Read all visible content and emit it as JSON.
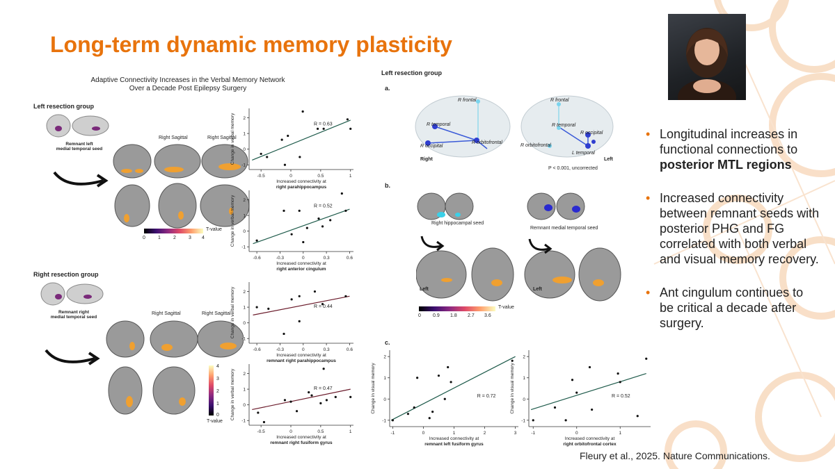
{
  "slide": {
    "title": "Long-term dynamic memory plasticity",
    "citation": "Fleury et al., 2025. Nature Communications.",
    "bullets": [
      {
        "text_plain": "Longitudinal increases in functional connections to ",
        "text_bold": "posterior MTL regions"
      },
      {
        "text_plain": "Increased connectivity between remnant seeds with posterior PHG and FG correlated with both verbal and visual memory recovery.",
        "text_bold": ""
      },
      {
        "text_plain": "Ant cingulum continues to be critical a decade after surgery.",
        "text_bold": ""
      }
    ],
    "accent_color": "#e8730c",
    "photo": {
      "icon": "presenter-photo"
    }
  },
  "left_figure": {
    "title_line1": "Adaptive Connectivity Increases in the Verbal Memory Network",
    "title_line2": "Over a Decade Post Epilepsy Surgery",
    "left_group_label": "Left resection group",
    "left_seed_label": "Remnant left\nmedial temporal seed",
    "right_sagittal_1": "Right Sagittal",
    "right_sagittal_2": "Right Sagittal",
    "colorbar_ticks": [
      "0",
      "1",
      "2",
      "3",
      "4"
    ],
    "colorbar_label": "T-value",
    "right_group_label": "Right resection group",
    "right_seed_label": "Remnant right\nmedial temporal seed",
    "right_sagittal_3": "Right Sagittal",
    "right_sagittal_4": "Right Sagittal",
    "vcolorbar_ticks": [
      "4",
      "3",
      "2",
      "1",
      "0"
    ],
    "vcolorbar_label": "T-value"
  },
  "right_figure": {
    "group_label": "Left resection group",
    "panel_a": "a.",
    "panel_b": "b.",
    "panel_c": "c.",
    "brain_labels": {
      "r_frontal_1": "R frontal",
      "r_temporal_1": "R temporal",
      "r_orbitofrontal_1": "R orbitofrontal",
      "r_occipital_1": "R occipital",
      "right": "Right",
      "r_frontal_2": "R frontal",
      "r_temporal_2": "R temporal",
      "r_occipital_2": "R occipital",
      "r_orbitofrontal_2": "R orbitofrontal",
      "l_temporal": "L temporal",
      "left": "Left",
      "pval": "P < 0.001, uncorrected"
    },
    "seed_label_1": "Right hippocampal seed",
    "seed_label_2": "Remnant medial temporal seed",
    "left_1": "Left",
    "left_2": "Left",
    "colorbar_ticks": [
      "0",
      "0.9",
      "1.8",
      "2.7",
      "3.6"
    ],
    "colorbar_label": "T-value"
  },
  "chart_data": [
    {
      "type": "scatter",
      "id": "lv_phg",
      "xlabel": "Increased connectivity at",
      "xlabel_bold": "right parahippocampus",
      "ylabel": "Change in verbal memory",
      "annotation": "R = 0.63",
      "xlim": [
        -0.7,
        1.05
      ],
      "ylim": [
        -1.3,
        2.6
      ],
      "xticks": [
        -0.5,
        0.0,
        0.5,
        1.0
      ],
      "yticks": [
        -1,
        0,
        1,
        2
      ],
      "x": [
        -0.5,
        -0.4,
        -0.15,
        -0.1,
        -0.05,
        0.15,
        0.2,
        0.45,
        0.55,
        0.95,
        1.0
      ],
      "y": [
        -0.3,
        -0.5,
        0.6,
        -1.0,
        0.85,
        -0.5,
        2.4,
        1.3,
        1.3,
        1.9,
        1.3
      ],
      "fit": [
        [
          -0.65,
          -0.7
        ],
        [
          1.0,
          1.85
        ]
      ]
    },
    {
      "type": "scatter",
      "id": "lv_acc",
      "xlabel": "Increased connectivity at",
      "xlabel_bold": "right anterior cingulum",
      "ylabel": "Change in verbal memory",
      "annotation": "R = 0.52",
      "xlim": [
        -0.7,
        0.65
      ],
      "ylim": [
        -1.3,
        2.6
      ],
      "xticks": [
        -0.6,
        -0.3,
        0.0,
        0.3,
        0.6
      ],
      "yticks": [
        -1,
        0,
        1,
        2
      ],
      "x": [
        -0.6,
        -0.25,
        -0.15,
        -0.05,
        0.0,
        0.05,
        0.2,
        0.25,
        0.35,
        0.5,
        0.55
      ],
      "y": [
        -0.6,
        1.3,
        -0.2,
        1.3,
        -0.7,
        0.2,
        0.8,
        0.3,
        0.7,
        2.4,
        1.3
      ],
      "fit": [
        [
          -0.65,
          -0.8
        ],
        [
          0.6,
          1.4
        ]
      ]
    },
    {
      "type": "scatter",
      "id": "rv_phg",
      "xlabel": "Increased connectivity at ",
      "xlabel_bold": "remnant right parahippocampus",
      "ylabel": "Change in verbal memory",
      "annotation": "R = 0.44",
      "xlim": [
        -0.7,
        0.65
      ],
      "ylim": [
        -1.3,
        2.6
      ],
      "xticks": [
        -0.6,
        -0.3,
        0.0,
        0.3,
        0.6
      ],
      "yticks": [
        -1,
        0,
        1,
        2
      ],
      "x": [
        -0.6,
        -0.45,
        -0.25,
        -0.15,
        -0.05,
        -0.05,
        0.15,
        0.25,
        0.55
      ],
      "y": [
        1.0,
        0.9,
        -0.7,
        1.5,
        1.7,
        0.1,
        2.0,
        1.2,
        1.7
      ],
      "fit": [
        [
          -0.65,
          0.5
        ],
        [
          0.6,
          1.7
        ]
      ]
    },
    {
      "type": "scatter",
      "id": "rv_fg",
      "xlabel": "Increased connectivity at ",
      "xlabel_bold": "remnant right fusiform gyrus",
      "ylabel": "Change in verbal memory",
      "annotation": "R = 0.47",
      "xlim": [
        -0.7,
        1.05
      ],
      "ylim": [
        -1.3,
        2.6
      ],
      "xticks": [
        -0.5,
        0.0,
        0.5,
        1.0
      ],
      "yticks": [
        -1,
        0,
        1,
        2
      ],
      "x": [
        -0.55,
        -0.45,
        -0.1,
        0.0,
        0.1,
        0.3,
        0.35,
        0.5,
        0.55,
        0.6,
        0.75,
        1.0
      ],
      "y": [
        -0.5,
        -1.1,
        0.3,
        0.2,
        -0.4,
        0.8,
        0.6,
        0.1,
        2.3,
        0.3,
        0.5,
        0.5
      ],
      "fit": [
        [
          -0.65,
          -0.3
        ],
        [
          1.0,
          1.0
        ]
      ]
    },
    {
      "type": "scatter",
      "id": "vis_fg",
      "xlabel": "Increased connectivity at ",
      "xlabel_bold": "remnant left fusiform gyrus",
      "ylabel": "Change in visual memory",
      "annotation": "R = 0.72",
      "xlim": [
        -1.1,
        3.1
      ],
      "ylim": [
        -1.3,
        2.3
      ],
      "xticks": [
        -1,
        0,
        1,
        2,
        3
      ],
      "yticks": [
        -1,
        0,
        1,
        2
      ],
      "x": [
        -1.0,
        -0.5,
        -0.3,
        -0.2,
        0.2,
        0.3,
        0.5,
        0.7,
        0.8,
        0.9,
        2.9
      ],
      "y": [
        -1.0,
        -0.7,
        -0.4,
        1.0,
        -0.9,
        -0.6,
        1.1,
        0.0,
        1.5,
        0.8,
        1.8
      ],
      "fit": [
        [
          -1.05,
          -1.0
        ],
        [
          3.0,
          2.0
        ]
      ]
    },
    {
      "type": "scatter",
      "id": "vis_ofc",
      "xlabel": "Increased connectivity at ",
      "xlabel_bold": "right orbitofrontal cortex",
      "ylabel": "Change in visual memory",
      "annotation": "R = 0.52",
      "xlim": [
        -1.1,
        1.7
      ],
      "ylim": [
        -1.3,
        2.3
      ],
      "xticks": [
        -1,
        0,
        1
      ],
      "yticks": [
        -1,
        0,
        1,
        2
      ],
      "x": [
        -1.0,
        -0.5,
        -0.25,
        -0.1,
        0.0,
        0.3,
        0.35,
        0.95,
        1.0,
        1.4,
        1.6
      ],
      "y": [
        -1.0,
        -0.4,
        -1.0,
        0.9,
        0.3,
        1.5,
        -0.5,
        1.2,
        0.8,
        -0.8,
        1.9
      ],
      "fit": [
        [
          -1.05,
          -0.5
        ],
        [
          1.6,
          1.2
        ]
      ]
    }
  ]
}
